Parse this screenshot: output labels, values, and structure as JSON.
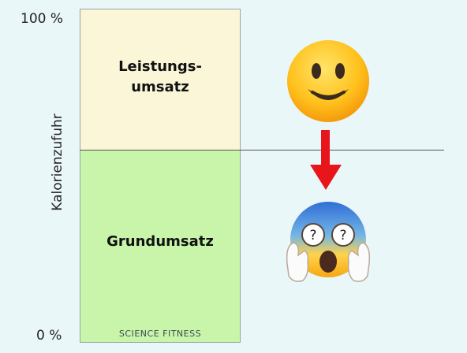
{
  "y_axis": {
    "label": "Kalorienzufuhr",
    "tick_top": "100 %",
    "tick_bottom": "0 %"
  },
  "segments": {
    "top_label_line1": "Leistungs-",
    "top_label_line2": "umsatz",
    "bottom_label": "Grundumsatz"
  },
  "watermark": "SCIENCE FITNESS",
  "icons": {
    "happy": "smiling-face-icon",
    "arrow": "red-down-arrow-icon",
    "scared": "face-screaming-in-fear-icon"
  },
  "colors": {
    "top_segment": "#fbf6d8",
    "bottom_segment": "#c9f5ab",
    "arrow": "#e8161b",
    "background": "#eaf7f8"
  }
}
